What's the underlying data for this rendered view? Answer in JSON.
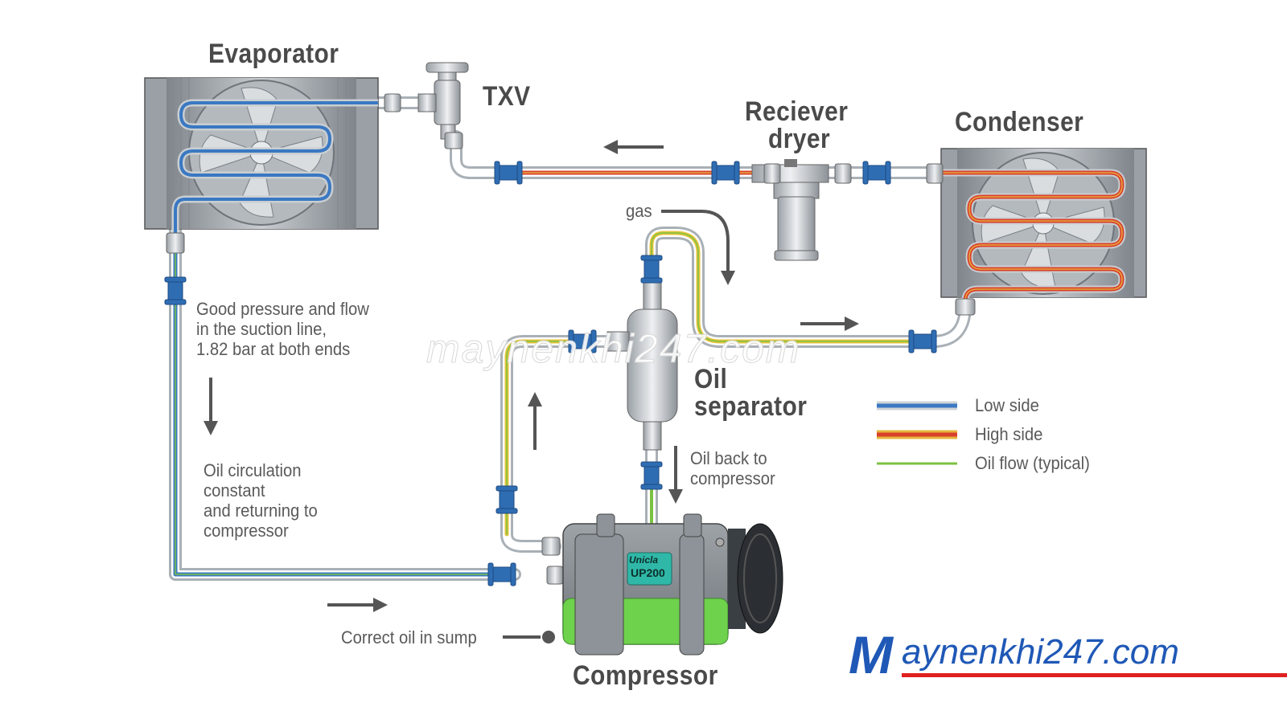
{
  "components": {
    "evaporator": "Evaporator",
    "txv": "TXV",
    "receiver_dryer_line1": "Reciever",
    "receiver_dryer_line2": "dryer",
    "condenser": "Condenser",
    "oil_separator_line1": "Oil",
    "oil_separator_line2": "separator",
    "compressor": "Compressor",
    "compressor_badge_line1": "Unicla",
    "compressor_badge_line2": "UP200"
  },
  "annotations": {
    "gas": "gas",
    "suction": [
      "Good pressure and flow",
      "in the suction line,",
      "1.82 bar at both ends"
    ],
    "oil_circulation": [
      "Oil circulation",
      "constant",
      "and returning to",
      "compressor"
    ],
    "oil_back": [
      "Oil back to",
      "compressor"
    ],
    "sump": "Correct oil in sump"
  },
  "legend": [
    {
      "label": "Low side",
      "color": "#3a78c2"
    },
    {
      "label": "High side",
      "color": "#d9402c"
    },
    {
      "label": "Oil flow (typical)",
      "color": "#7cc242"
    }
  ],
  "watermark": "maynenkhi247.com",
  "brand": {
    "initial": "M",
    "rest": "aynenkhi247.com"
  },
  "colors": {
    "low_side": "#3a78c2",
    "high_side": "#d9402c",
    "oil": "#7cc242",
    "gas_yellow": "#e6c43c",
    "fitting_blue": "#2f6db3"
  }
}
